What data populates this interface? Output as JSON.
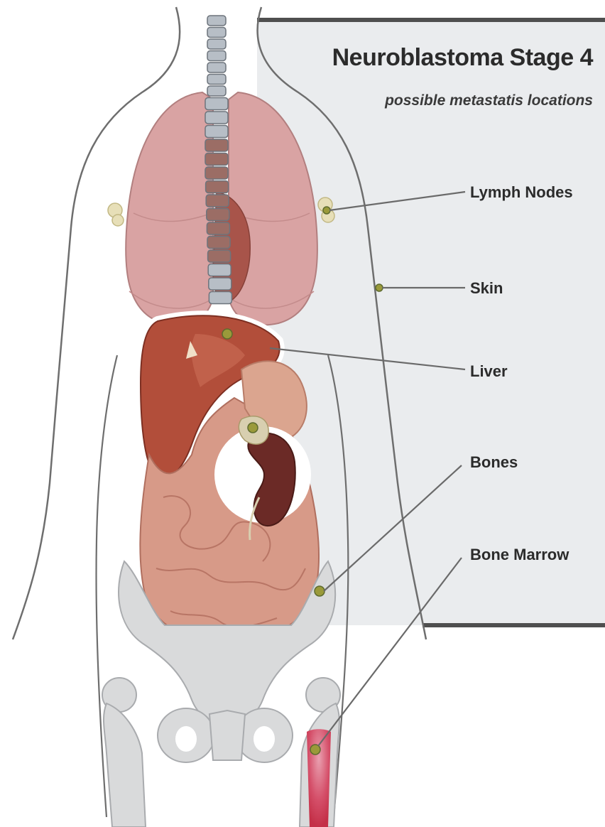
{
  "title": "Neuroblastoma Stage 4",
  "subtitle": "possible metastatis locations",
  "sites": [
    {
      "label": "Lymph Nodes"
    },
    {
      "label": "Skin"
    },
    {
      "label": "Liver"
    },
    {
      "label": "Bones"
    },
    {
      "label": "Bone Marrow"
    }
  ],
  "colors": {
    "panel": "#eaecee",
    "panel_border": "#555555",
    "body_outline": "#6e6e6e",
    "lung": "#d9a3a3",
    "liver": "#b24e3a",
    "intestine": "#d79a88",
    "kidney": "#6b2a26",
    "bone": "#d9dadb",
    "marrow": "#c8384f",
    "spine": "#9aa3ad",
    "tumor": "#b9c35b"
  }
}
